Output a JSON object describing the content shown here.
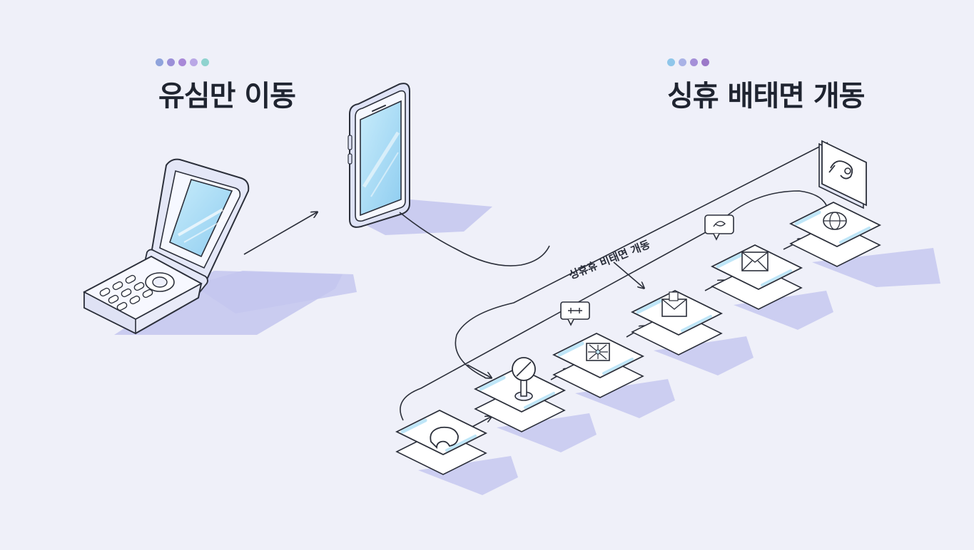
{
  "titles": {
    "left": "유심만 이동",
    "right": "싱휴 배태면 개동"
  },
  "curve_label": "싱휴휴 비태면 개동",
  "dots": {
    "left": [
      "#8fa3dc",
      "#9b8fd8",
      "#a888d8",
      "#b9a7e6",
      "#8fd3cf"
    ],
    "right": [
      "#8fc6ea",
      "#a9b2e6",
      "#a48fd8",
      "#9b78c8"
    ]
  },
  "colors": {
    "background": "#eff0f9",
    "line": "#2b2f3a",
    "screen": "#a9dcf6",
    "shadow": "#c3c5ef",
    "card": "#ffffff",
    "accent_bar": "#bfe6f8"
  },
  "flow_steps": [
    {
      "icon": "ring-icon"
    },
    {
      "icon": "pin-icon"
    },
    {
      "icon": "starburst-icon"
    },
    {
      "icon": "envelope-open-icon"
    },
    {
      "icon": "envelope-icon"
    },
    {
      "icon": "globe-icon"
    }
  ]
}
